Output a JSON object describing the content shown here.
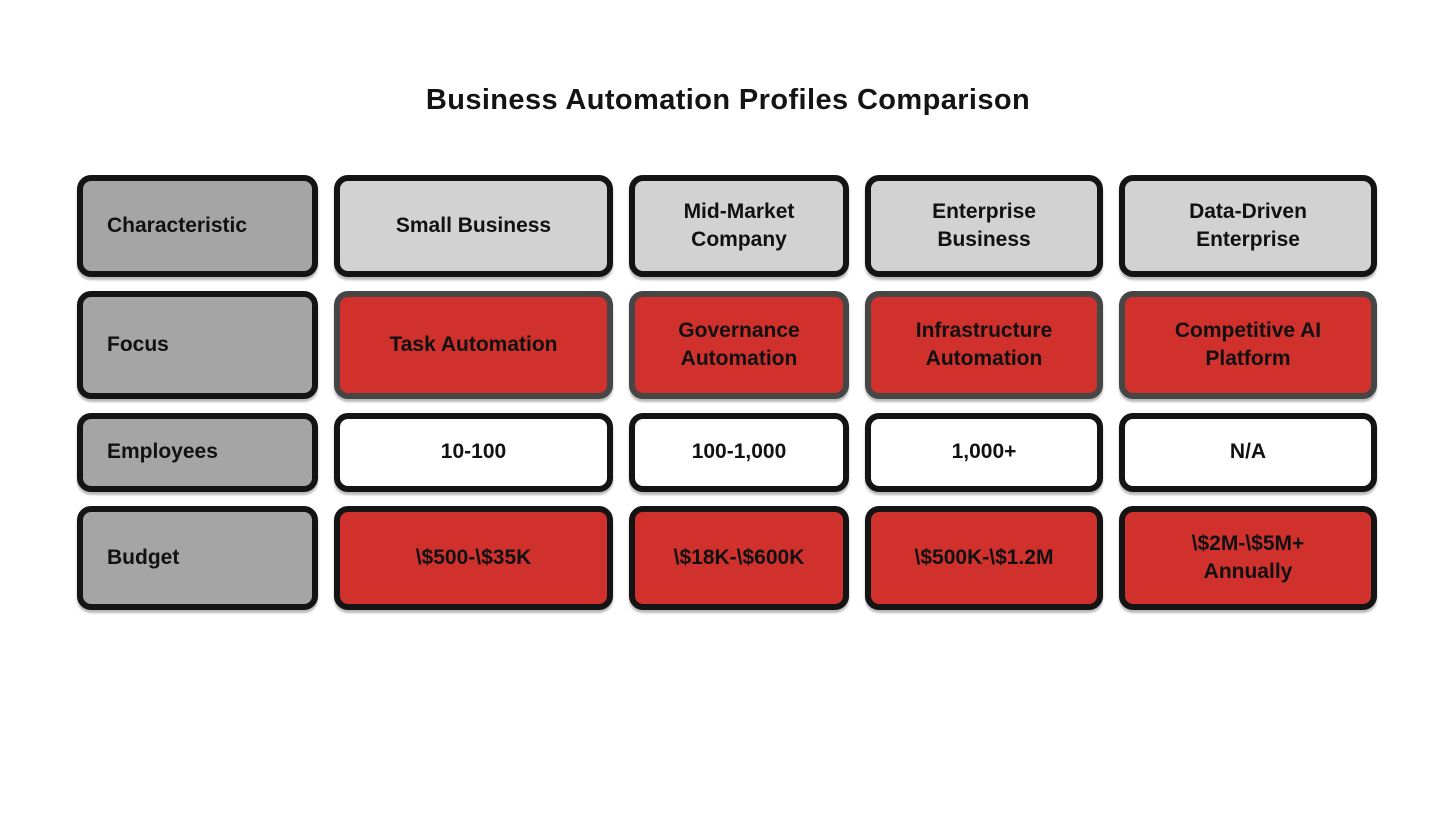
{
  "title": "Business Automation Profiles Comparison",
  "table": {
    "columns": [
      "Characteristic",
      "Small Business",
      "Mid-Market Company",
      "Enterprise Business",
      "Data-Driven Enterprise"
    ],
    "rows": [
      {
        "label": "Focus",
        "values": [
          "Task Automation",
          "Governance Automation",
          "Infrastructure Automation",
          "Competitive AI Platform"
        ]
      },
      {
        "label": "Employees",
        "values": [
          "10-100",
          "100-1,000",
          "1,000+",
          "N/A"
        ]
      },
      {
        "label": "Budget",
        "values": [
          "\\$500-\\$35K",
          "\\$18K-\\$600K",
          "\\$500K-\\$1.2M",
          "\\$2M-\\$5M+ Annually"
        ]
      }
    ]
  },
  "colors": {
    "header_fill": "#d2d2d2",
    "row_label_fill": "#a5a5a5",
    "highlight_fill": "#d0312d",
    "plain_fill": "#ffffff",
    "border_black": "#141414",
    "border_gray": "#464646",
    "text": "#111111"
  }
}
